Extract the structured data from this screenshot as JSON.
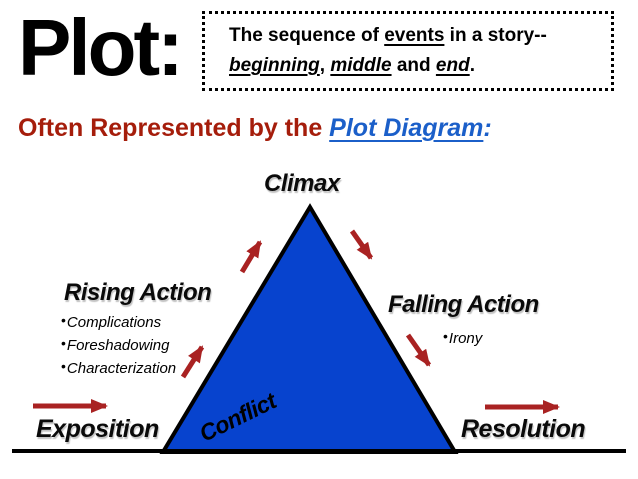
{
  "colors": {
    "heading_red": "#A51D0B",
    "link_blue": "#1B5FC9",
    "triangle_blue": "#0743CE",
    "arrow_red": "#A92222",
    "text_black": "#000000"
  },
  "title": "Plot:",
  "definition": {
    "seg1": "The sequence of ",
    "seg2": "events",
    "seg3": " in a story--",
    "seg4": "beginning",
    "seg5": ", ",
    "seg6": "middle",
    "seg7": " and ",
    "seg8": "end",
    "seg9": "."
  },
  "subtitle": {
    "prefix": "Often Represented by the ",
    "link": "Plot Diagram",
    "suffix": ":"
  },
  "diagram": {
    "bullet_char": "•",
    "climax": "Climax",
    "rising_action": {
      "label": "Rising Action",
      "items": [
        "Complications",
        "Foreshadowing",
        "Characterization"
      ]
    },
    "falling_action": {
      "label": "Falling Action",
      "items": [
        "Irony"
      ]
    },
    "exposition": "Exposition",
    "resolution": "Resolution",
    "conflict": "Conflict"
  }
}
